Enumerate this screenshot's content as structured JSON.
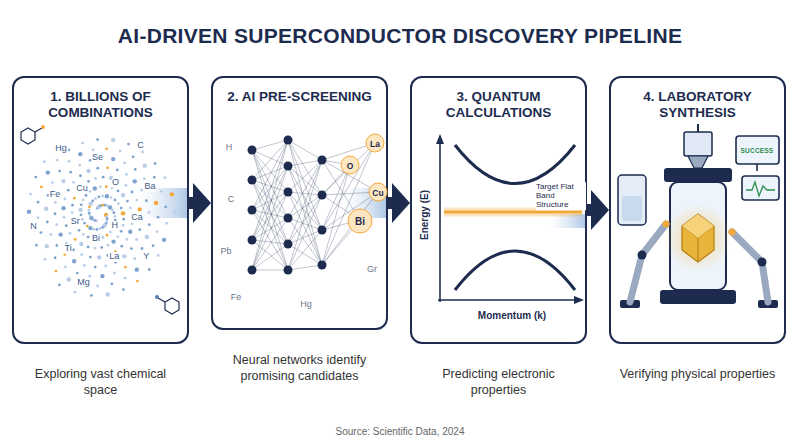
{
  "diagram": {
    "title": "AI-DRIVEN SUPERCONDUCTOR DISCOVERY PIPELINE",
    "caption": "Source: Scientific Data, 2024",
    "nodes": [
      {
        "text": [
          "1. BILLIONS OF COMBINATIONS",
          "Exploring vast chemical space"
        ]
      },
      {
        "text": [
          "2. AI PRE-SCREENING",
          "Neural networks identify promising candidates"
        ]
      },
      {
        "text": [
          "3. QUANTUM CALCULATIONS",
          "Predicting electronic properties"
        ]
      },
      {
        "text": [
          "4. LABORATORY SYNTHESIS",
          "Verifying physical properties"
        ]
      }
    ],
    "edges": [
      {
        "from": 0,
        "to": 1,
        "arrow": "to"
      },
      {
        "from": 1,
        "to": 2,
        "arrow": "to"
      },
      {
        "from": 2,
        "to": 3,
        "arrow": "to"
      }
    ],
    "labels": [
      "H",
      "Bi",
      "Sr",
      "Cu",
      "O",
      "Ca",
      "La",
      "Ti",
      "Fe",
      "Se",
      "Ba",
      "Y",
      "Mg",
      "N",
      "Hg",
      "C",
      "La",
      "O",
      "Cu",
      "Bi",
      "Hg",
      "Gr",
      "Fe",
      "H",
      "Pb",
      "C",
      "Energy (E)",
      "Target Flat Band Structure",
      "Momentum (k)",
      "SUCCESS"
    ]
  }
}
